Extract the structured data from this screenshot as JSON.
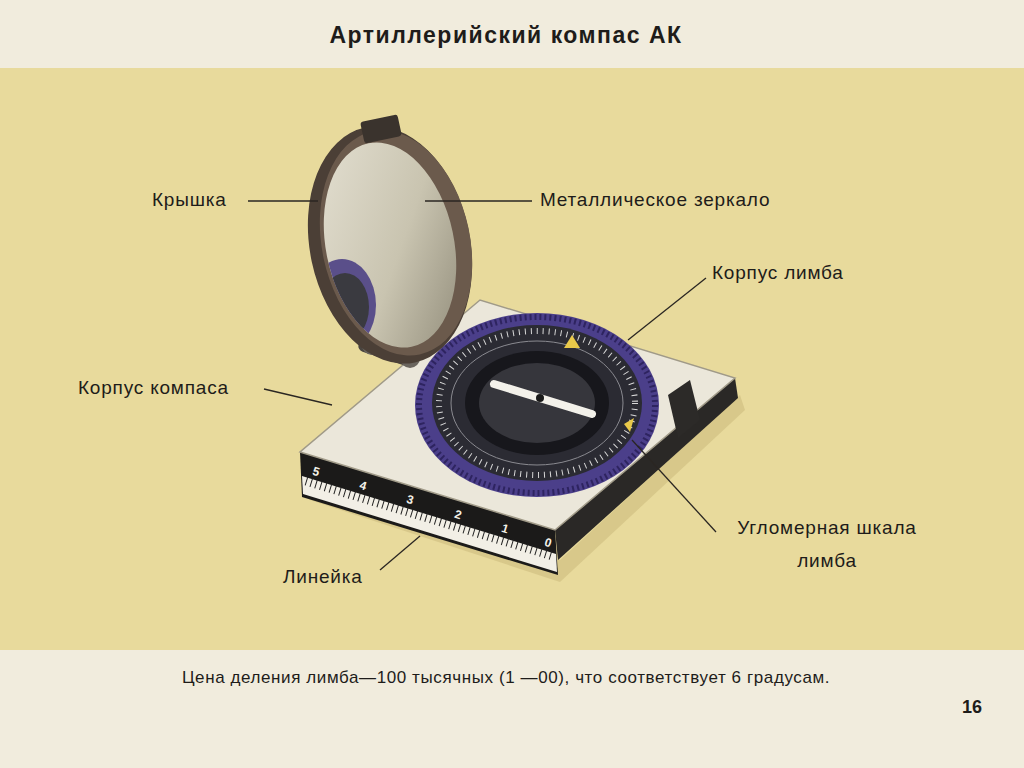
{
  "diagram": {
    "title": "Артиллерийский компас АК",
    "caption": "Цена деления лимба—100 тысячных (1 —00), что соответствует 6 градусам.",
    "labels": [
      "Крышка",
      "Металлическое зеркало",
      "Корпус лимба",
      "Корпус компаса",
      "5",
      "4",
      "3",
      "2",
      "1",
      "0",
      "Угломерная шкала лимба",
      "Линейка",
      "16"
    ]
  }
}
